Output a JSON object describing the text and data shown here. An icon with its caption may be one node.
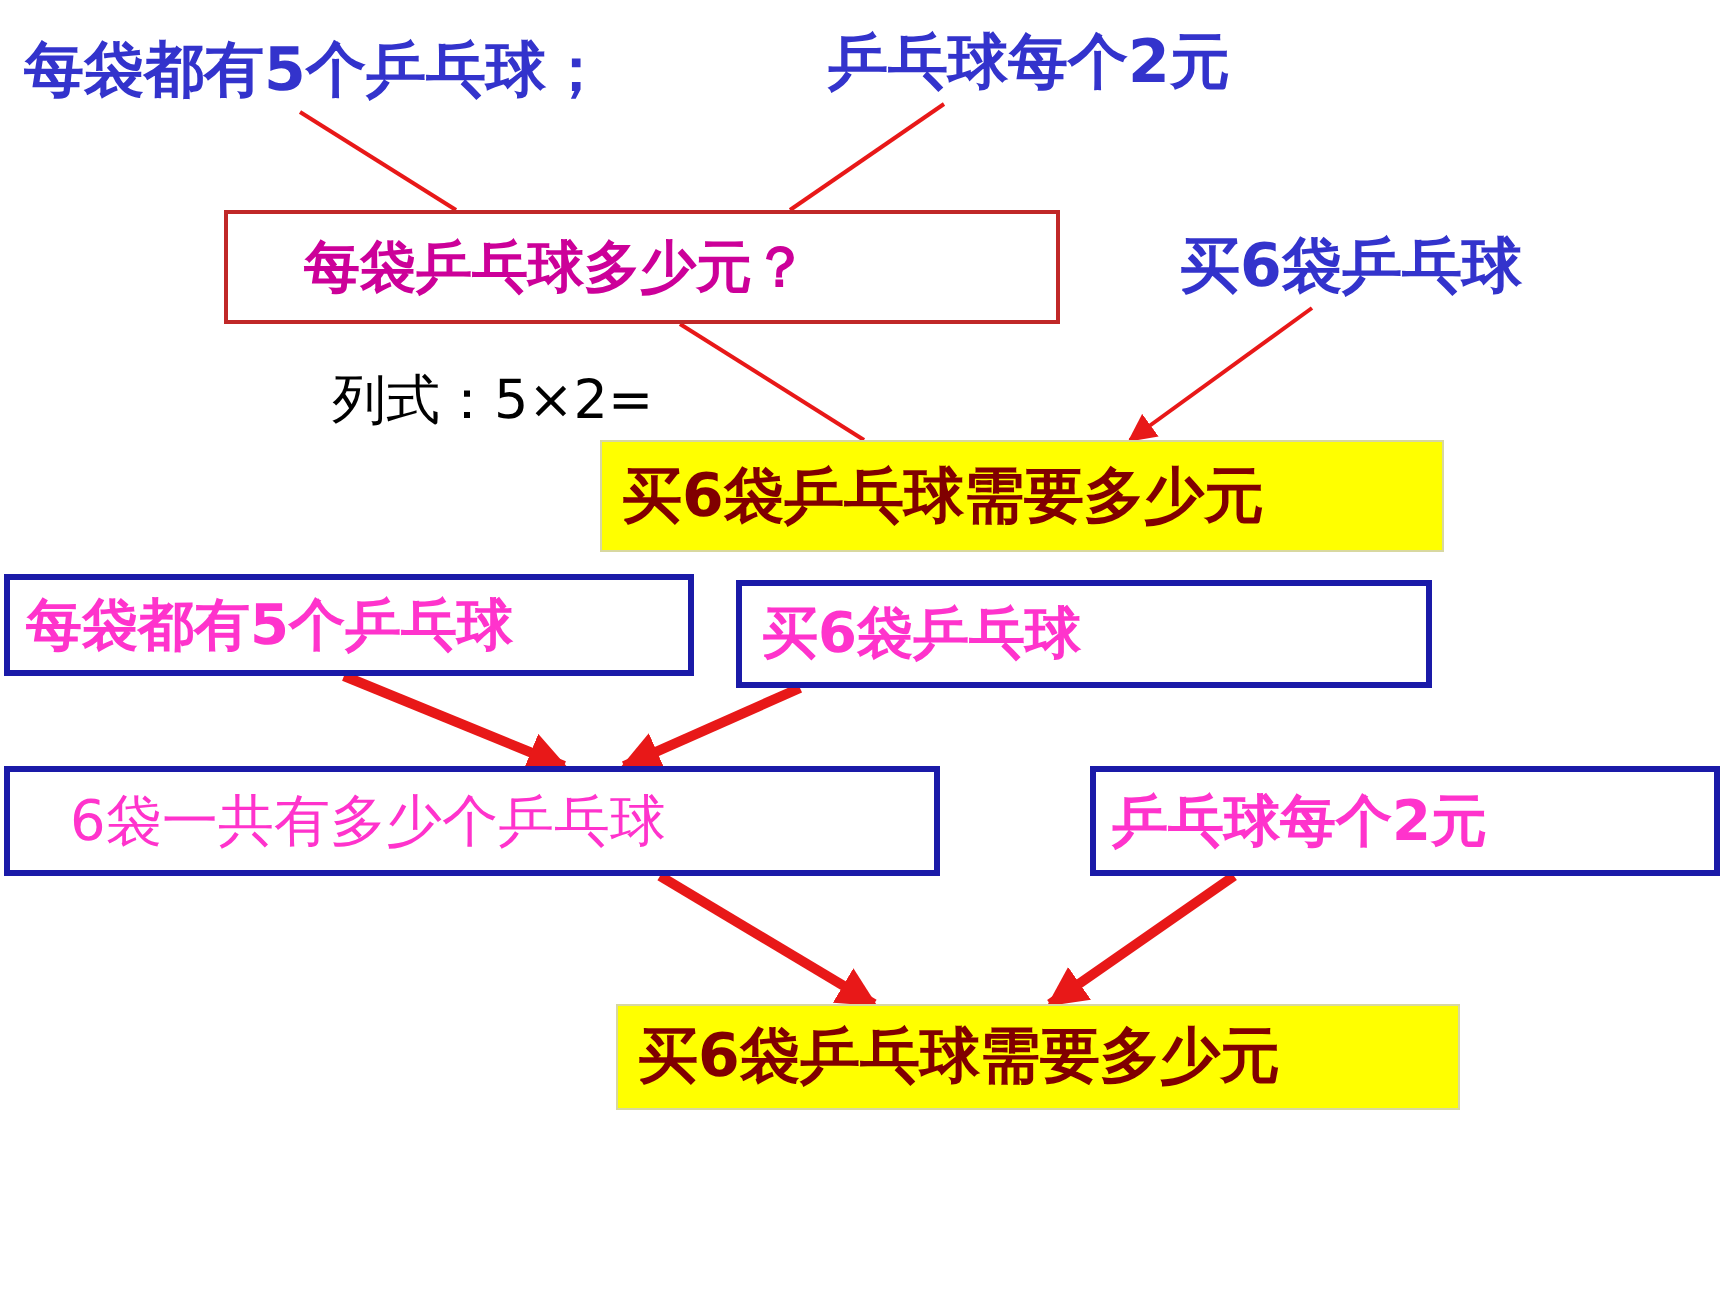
{
  "diagram": {
    "nodes": [
      {
        "text": [
          "每袋都有5个乒乓球；"
        ]
      },
      {
        "text": [
          "乒乓球每个2元"
        ]
      },
      {
        "text": [
          "每袋乒乓球多少元？"
        ]
      },
      {
        "text": [
          "买6袋乒乓球"
        ]
      },
      {
        "text": [
          "买6袋乒乓球需要多少元"
        ]
      },
      {
        "text": [
          "每袋都有5个乒乓球"
        ]
      },
      {
        "text": [
          "买6袋乒乓球"
        ]
      },
      {
        "text": [
          "6袋一共有多少个乒乓球"
        ]
      },
      {
        "text": [
          "乒乓球每个2元"
        ]
      },
      {
        "text": [
          "买6袋乒乓球需要多少元"
        ]
      }
    ],
    "edges": [
      {
        "from": 0,
        "to": 2,
        "arrow": "none"
      },
      {
        "from": 1,
        "to": 2,
        "arrow": "none"
      },
      {
        "from": 2,
        "to": 4,
        "arrow": "none"
      },
      {
        "from": 3,
        "to": 4,
        "arrow": "to"
      },
      {
        "from": 5,
        "to": 7,
        "arrow": "to",
        "style": "thick"
      },
      {
        "from": 6,
        "to": 7,
        "arrow": "to",
        "style": "thick"
      },
      {
        "from": 7,
        "to": 9,
        "arrow": "to",
        "style": "thick"
      },
      {
        "from": 8,
        "to": 9,
        "arrow": "to",
        "style": "thick"
      }
    ],
    "labels": [
      "列式：5×2="
    ]
  }
}
